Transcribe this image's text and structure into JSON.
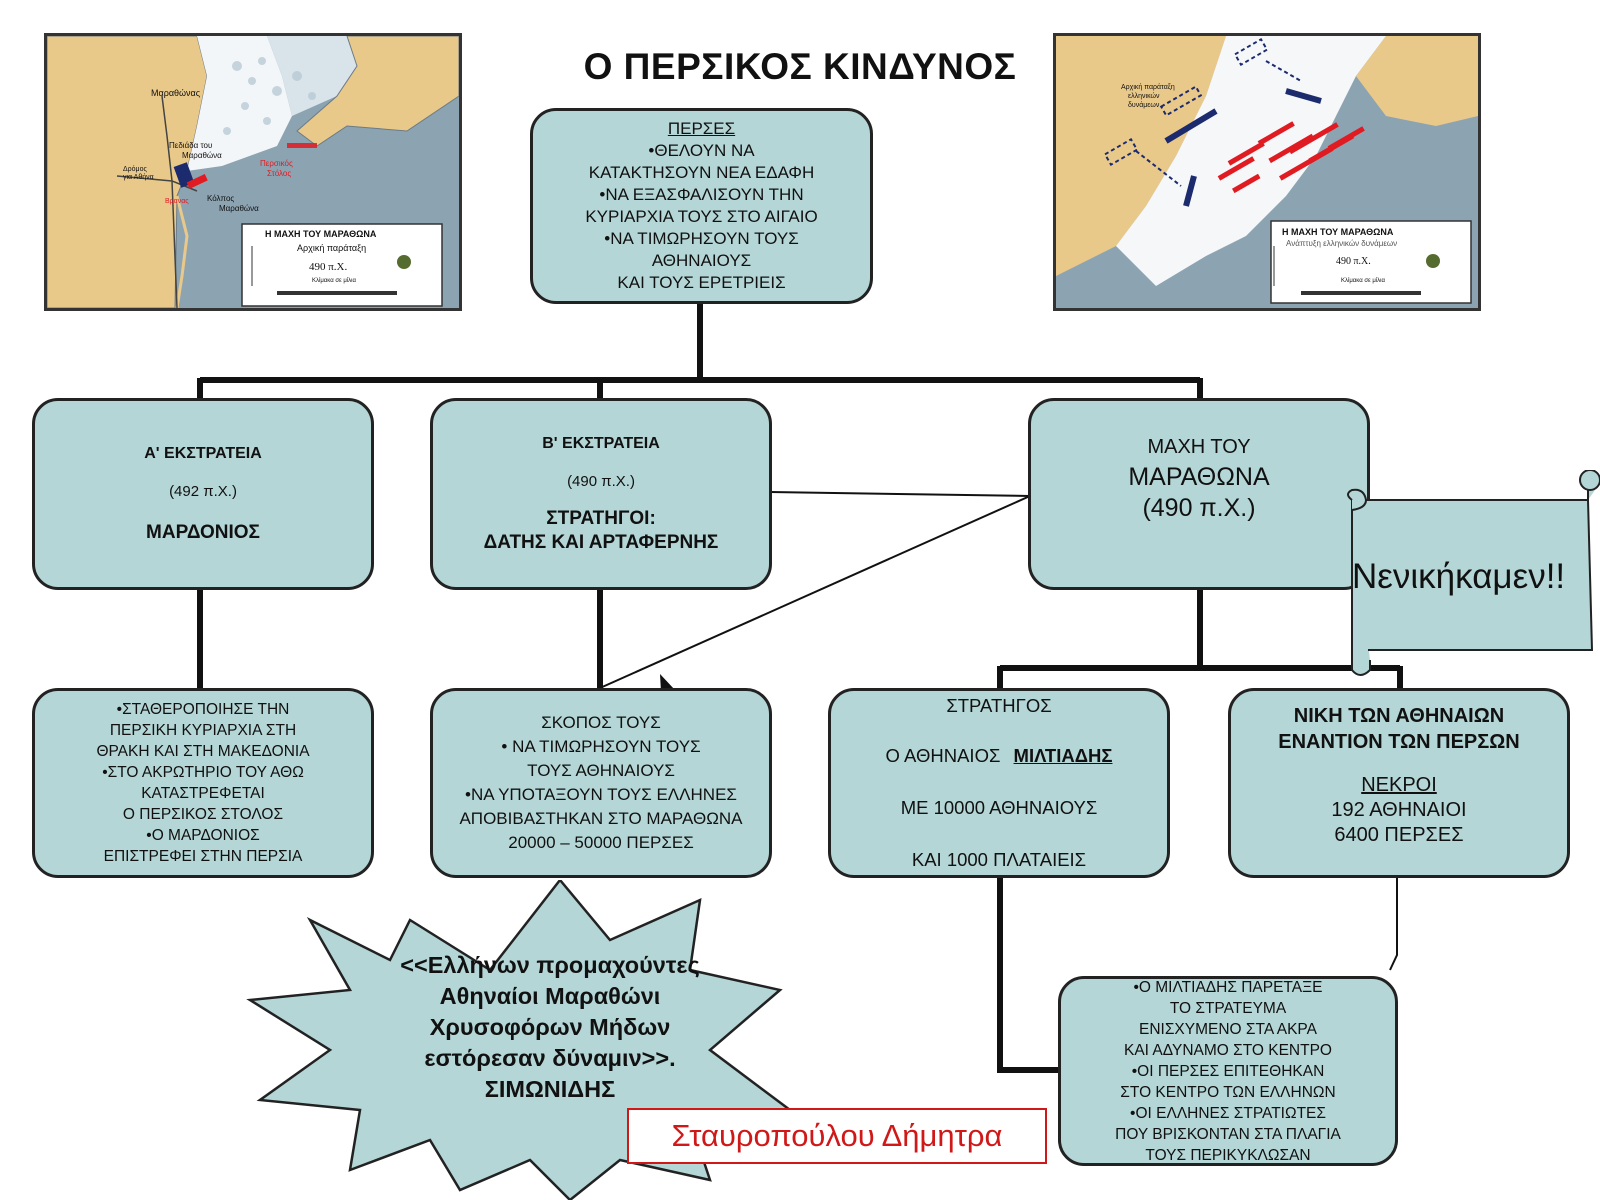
{
  "title": "Ο ΠΕΡΣΙΚΟΣ ΚΙΝΔΥΝΟΣ",
  "persians": {
    "heading": "ΠΕΡΣΕΣ",
    "lines": [
      "•ΘΕΛΟΥΝ ΝΑ",
      "ΚΑΤΑΚΤΗΣΟΥΝ ΝΕΑ ΕΔΑΦΗ",
      "•ΝΑ ΕΞΑΣΦΑΛΙΣΟΥΝ ΤΗΝ",
      "ΚΥΡΙΑΡΧΙΑ ΤΟΥΣ ΣΤΟ ΑΙΓΑΙΟ",
      "•ΝΑ ΤΙΜΩΡΗΣΟΥΝ ΤΟΥΣ",
      "ΑΘΗΝΑΙΟΥΣ",
      "ΚΑΙ ΤΟΥΣ ΕΡΕΤΡΙΕΙΣ"
    ]
  },
  "campaign1": {
    "heading": "Α' ΕΚΣΤΡΑΤΕΙΑ",
    "date": "(492 π.Χ.)",
    "leader": "ΜΑΡΔΟΝΙΟΣ"
  },
  "campaign2": {
    "heading": "Β' ΕΚΣΤΡΑΤΕΙΑ",
    "date": "(490 π.Χ.)",
    "generals_label": "ΣΤΡΑΤΗΓΟΙ:",
    "generals": "ΔΑΤΗΣ ΚΑΙ ΑΡΤΑΦΕΡΝΗΣ"
  },
  "battle": {
    "line1": "ΜΑΧΗ ΤΟΥ",
    "line2": "ΜΑΡΑΘΩΝΑ",
    "line3": "(490 π.Χ.)"
  },
  "campaign1_details": [
    "•ΣΤΑΘΕΡΟΠΟΙΗΣΕ ΤΗΝ",
    "ΠΕΡΣΙΚΗ ΚΥΡΙΑΡΧΙΑ ΣΤΗ",
    "ΘΡΑΚΗ ΚΑΙ ΣΤΗ ΜΑΚΕΔΟΝΙΑ",
    "•ΣΤΟ ΑΚΡΩΤΗΡΙΟ ΤΟΥ ΑΘΩ",
    "ΚΑΤΑΣΤΡΕΦΕΤΑΙ",
    "Ο ΠΕΡΣΙΚΟΣ ΣΤΟΛΟΣ",
    "•Ο ΜΑΡΔΟΝΙΟΣ",
    "ΕΠΙΣΤΡΕΦΕΙ ΣΤΗΝ ΠΕΡΣΙΑ"
  ],
  "campaign2_details": [
    "ΣΚΟΠΟΣ ΤΟΥΣ",
    "• ΝΑ ΤΙΜΩΡΗΣΟΥΝ ΤΟΥΣ",
    "ΤΟΥΣ ΑΘΗΝΑΙΟΥΣ",
    "•ΝΑ ΥΠΟΤΑΞΟΥΝ ΤΟΥΣ ΕΛΛΗΝΕΣ",
    "ΑΠΟΒΙΒΑΣΤΗΚΑΝ ΣΤΟ ΜΑΡΑΘΩΝΑ",
    "20000 – 50000 ΠΕΡΣΕΣ"
  ],
  "general": {
    "label": "ΣΤΡΑΤΗΓΟΣ",
    "prefix": "Ο ΑΘΗΝΑΙΟΣ",
    "name": "ΜΙΛΤΙΑΔΗΣ",
    "line3": "ΜΕ 10000 ΑΘΗΝΑΙΟΥΣ",
    "line4": "ΚΑΙ 1000 ΠΛΑΤΑΙΕΙΣ"
  },
  "victory": {
    "line1": "ΝΙΚΗ ΤΩΝ ΑΘΗΝΑΙΩΝ",
    "line2": "ΕΝΑΝΤΙΟΝ ΤΩΝ ΠΕΡΣΩΝ",
    "dead_label": "ΝΕΚΡΟΙ",
    "dead_athenians": "192 ΑΘΗΝΑΙΟΙ",
    "dead_persians": "6400 ΠΕΡΣΕΣ"
  },
  "tactics": [
    "•Ο ΜΙΛΤΙΑΔΗΣ ΠΑΡΕΤΑΞΕ",
    "ΤΟ ΣΤΡΑΤΕΥΜΑ",
    "ΕΝΙΣΧΥΜΕΝΟ ΣΤΑ ΑΚΡΑ",
    "ΚΑΙ ΑΔΥΝΑΜΟ ΣΤΟ ΚΕΝΤΡΟ",
    "•ΟΙ ΠΕΡΣΕΣ ΕΠΙΤΕΘΗΚΑΝ",
    "ΣΤΟ ΚΕΝΤΡΟ ΤΩΝ ΕΛΛΗΝΩΝ",
    "•ΟΙ ΕΛΛΗΝΕΣ ΣΤΡΑΤΙΩΤΕΣ",
    "ΠΟΥ ΒΡΙΣΚΟΝΤΑΝ ΣΤΑ ΠΛΑΓΙΑ",
    "ΤΟΥΣ ΠΕΡΙΚΥΚΛΩΣΑΝ"
  ],
  "epigram": [
    "<<Ελλήνων προμαχούντες",
    "Αθηναίοι Μαραθώνι",
    "Χρυσοφόρων Μήδων",
    "εστόρεσαν δύναμιν>>.",
    "ΣΙΜΩΝΙΔΗΣ"
  ],
  "scroll_text": "Νενικήκαμεν!!",
  "signature": "Σταυροπούλου Δήμητρα",
  "map_left": {
    "caption_title": "Η ΜΑΧΗ ΤΟΥ ΜΑΡΑΘΩΝΑ",
    "caption_sub": "Αρχική παράταξη",
    "caption_date": "490 π.Χ.",
    "scale_label": "Κλίμακα σε μίλια",
    "labels": {
      "marathonas": "Μαραθώνας",
      "plain": "Πεδιάδα του",
      "plain2": "Μαραθώνα",
      "fleet": "Περσικός",
      "fleet2": "Στόλος",
      "gulf": "Κόλπος",
      "gulf2": "Μαραθώνα",
      "road": "Δρόμος",
      "road2": "για Αθήνα",
      "athens": "Βρανας"
    }
  },
  "map_right": {
    "caption_title": "Η ΜΑΧΗ ΤΟΥ ΜΑΡΑΘΩΝΑ",
    "caption_sub": "Ανάπτυξη ελληνικών δυνάμεων",
    "caption_date": "490 π.Χ.",
    "scale_label": "Κλίμακα σε μίλια",
    "labels": {
      "initial": "Αρχική παράταξη",
      "initial2": "ελληνικών",
      "initial3": "δυνάμεων"
    }
  },
  "colors": {
    "box_fill": "#b5d6d6",
    "land": "#e9c98a",
    "sea": "#8ca3b2",
    "greek": "#1c2a6e",
    "persian": "#e11b22"
  }
}
